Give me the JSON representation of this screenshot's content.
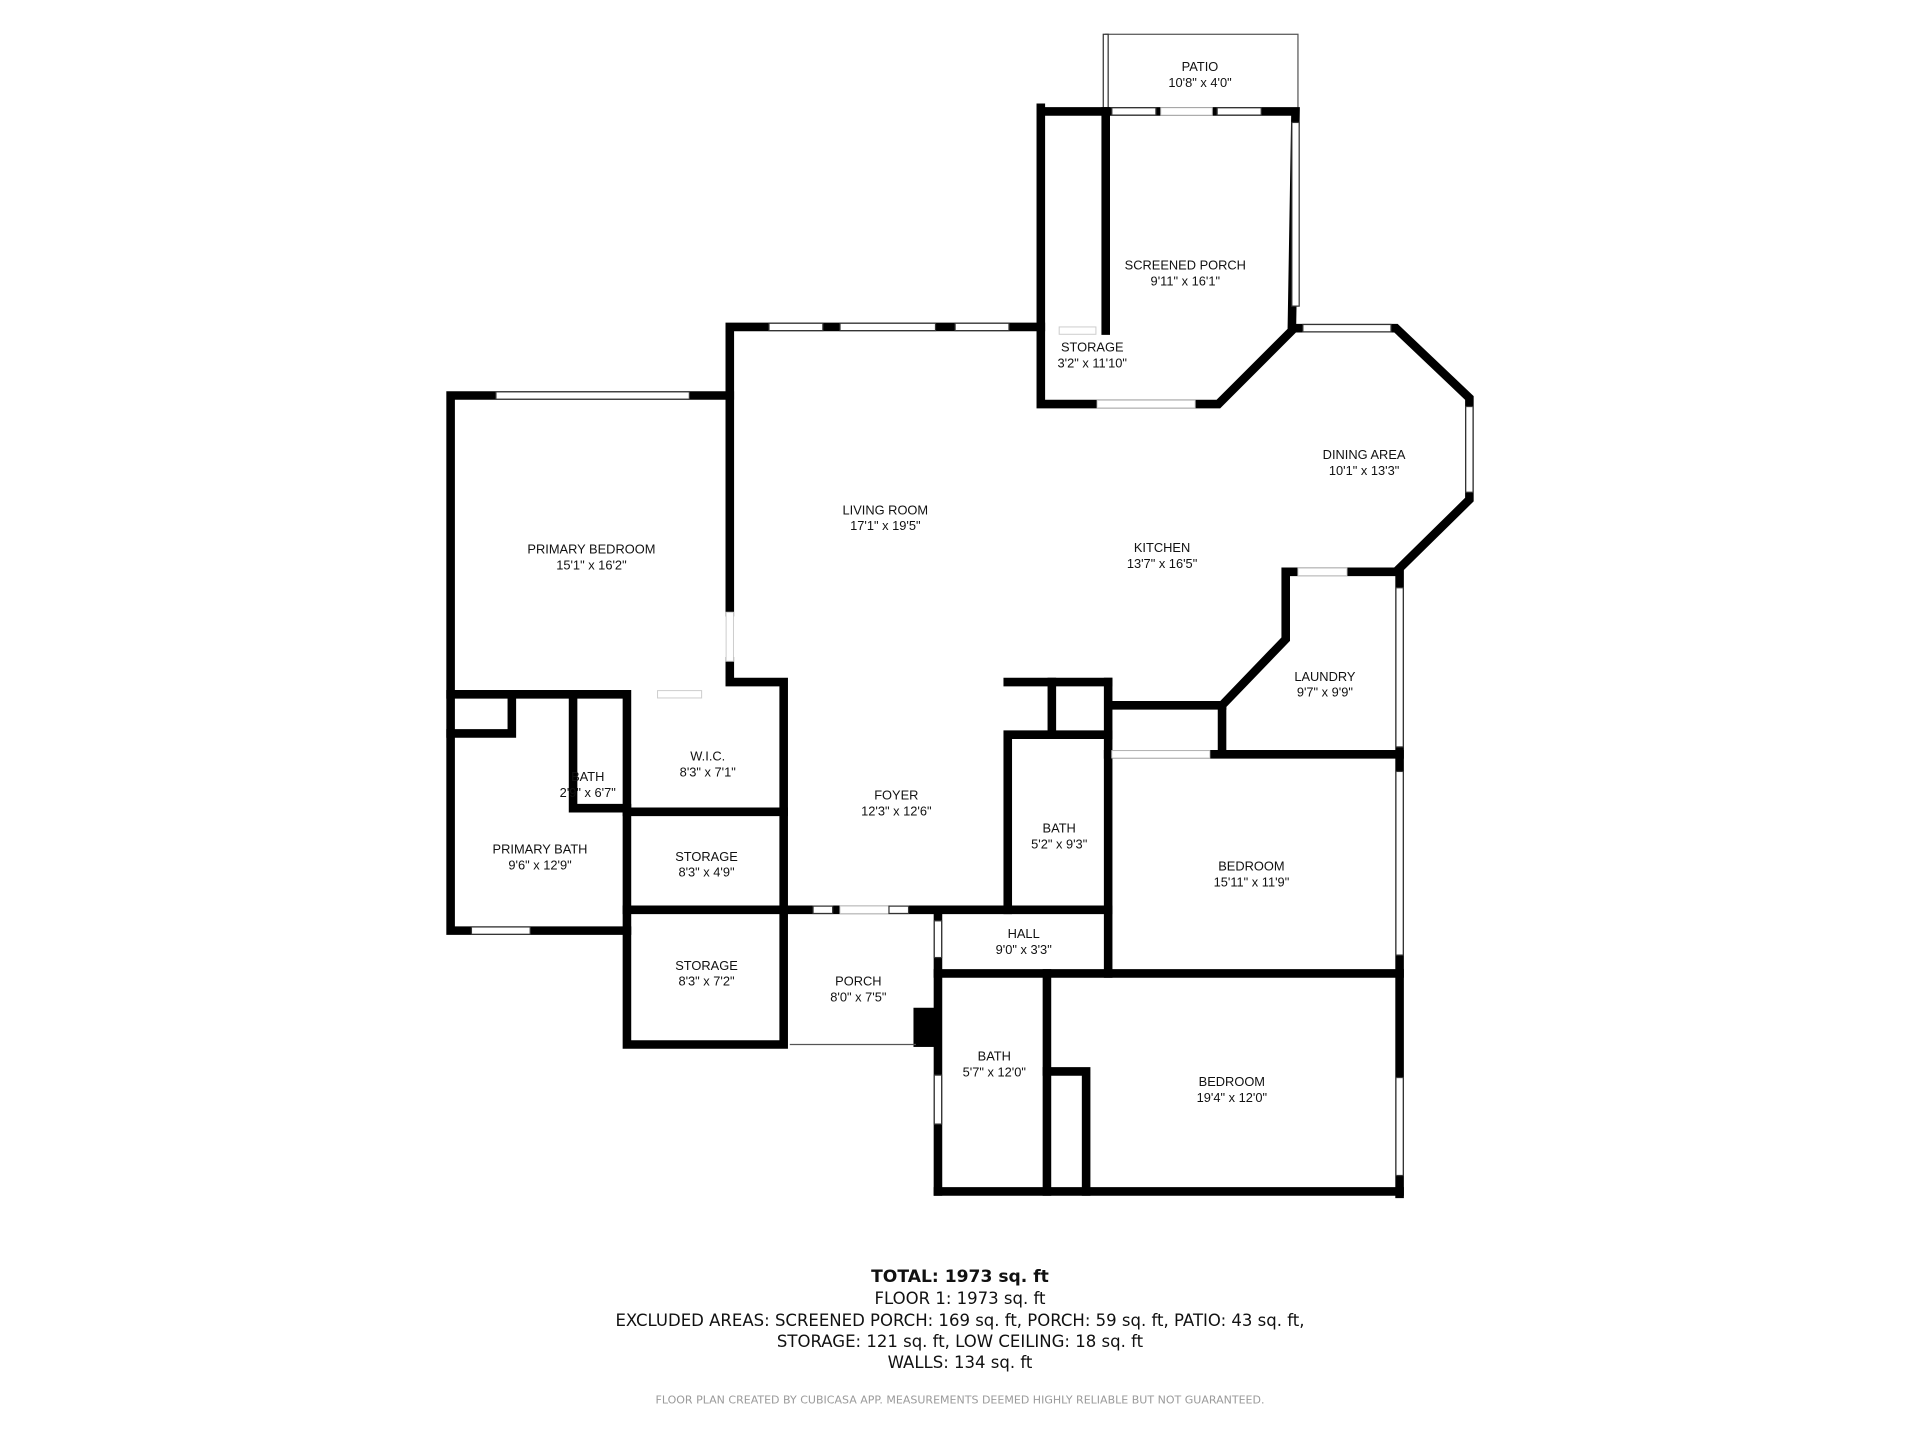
{
  "rooms": [
    {
      "name": "PATIO",
      "size": "10'8\" x 4'0\""
    },
    {
      "name": "SCREENED PORCH",
      "size": "9'11\" x 16'1\""
    },
    {
      "name": "STORAGE",
      "size": "3'2\" x 11'10\""
    },
    {
      "name": "DINING AREA",
      "size": "10'1\" x 13'3\""
    },
    {
      "name": "LIVING ROOM",
      "size": "17'1\" x 19'5\""
    },
    {
      "name": "KITCHEN",
      "size": "13'7\" x 16'5\""
    },
    {
      "name": "PRIMARY BEDROOM",
      "size": "15'1\" x 16'2\""
    },
    {
      "name": "LAUNDRY",
      "size": "9'7\" x 9'9\""
    },
    {
      "name": "W.I.C.",
      "size": "8'3\" x 7'1\""
    },
    {
      "name": "BATH",
      "size": "2'9\" x 6'7\""
    },
    {
      "name": "FOYER",
      "size": "12'3\" x 12'6\""
    },
    {
      "name": "BATH",
      "size": "5'2\" x 9'3\""
    },
    {
      "name": "BEDROOM",
      "size": "15'11\" x 11'9\""
    },
    {
      "name": "PRIMARY BATH",
      "size": "9'6\" x 12'9\""
    },
    {
      "name": "STORAGE",
      "size": "8'3\" x 4'9\""
    },
    {
      "name": "HALL",
      "size": "9'0\" x 3'3\""
    },
    {
      "name": "STORAGE",
      "size": "8'3\" x 7'2\""
    },
    {
      "name": "PORCH",
      "size": "8'0\" x 7'5\""
    },
    {
      "name": "BATH",
      "size": "5'7\" x 12'0\""
    },
    {
      "name": "BEDROOM",
      "size": "19'4\" x 12'0\""
    }
  ],
  "summary": {
    "total": "TOTAL: 1973 sq. ft",
    "floor1": "FLOOR 1: 1973 sq. ft",
    "excluded_line1": "EXCLUDED AREAS: SCREENED PORCH: 169 sq. ft, PORCH: 59 sq. ft, PATIO: 43 sq. ft,",
    "excluded_line2": "STORAGE: 121 sq. ft, LOW CEILING: 18 sq. ft",
    "walls": "WALLS: 134 sq. ft"
  },
  "credit": "FLOOR PLAN CREATED BY CUBICASA APP. MEASUREMENTS DEEMED HIGHLY RELIABLE BUT NOT GUARANTEED."
}
